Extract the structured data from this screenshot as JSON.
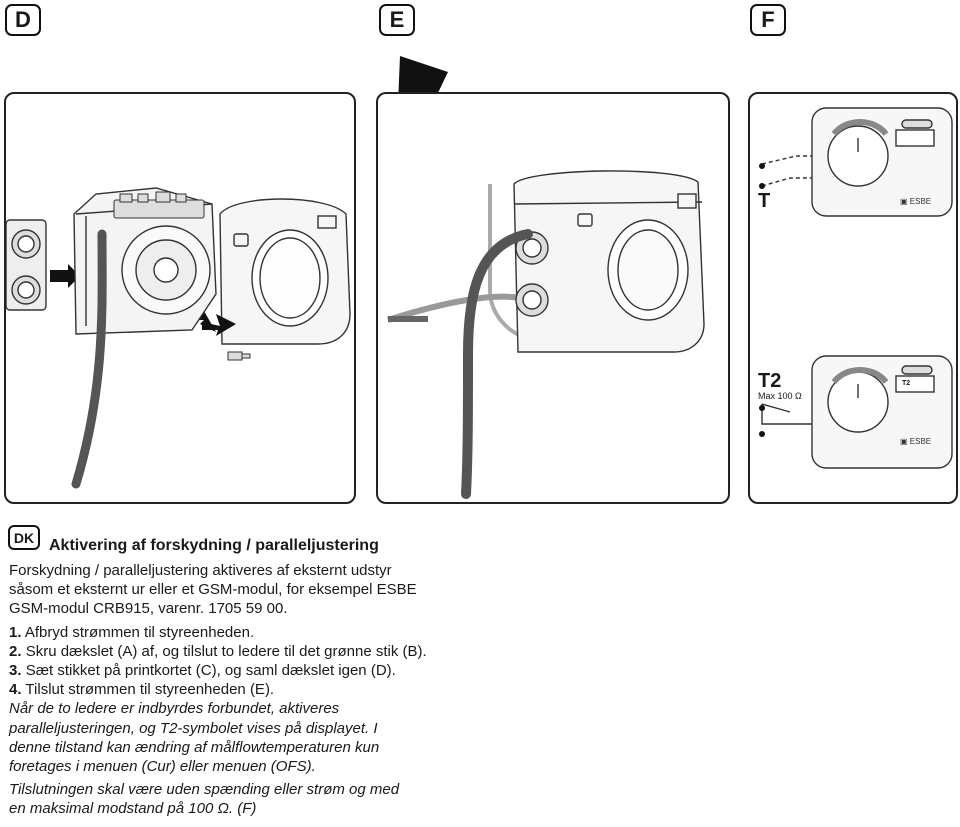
{
  "steps": {
    "d": "D",
    "e": "E",
    "f": "F"
  },
  "panel_f": {
    "label_t": "T",
    "label_t2": "T2",
    "max_resistance": "Max 100 Ω",
    "display_t2": "T2",
    "brand": "ESBE"
  },
  "language_code": "DK",
  "heading": "Aktivering af forskydning / paralleljustering",
  "intro": [
    "Forskydning / paralleljustering aktiveres af eksternt udstyr",
    "såsom et eksternt ur eller et GSM-modul, for eksempel ESBE",
    "GSM-modul CRB915, varenr. 1705 59 00."
  ],
  "steps_list": [
    {
      "num": "1.",
      "text": "Afbryd strømmen til styreenheden."
    },
    {
      "num": "2.",
      "text": "Skru dækslet (A) af, og tilslut to ledere til det grønne stik (B)."
    },
    {
      "num": "3.",
      "text": "Sæt stikket på printkortet (C), og saml dækslet igen (D)."
    },
    {
      "num": "4.",
      "text": "Tilslut strømmen til styreenheden (E)."
    }
  ],
  "note_1": [
    "Når de to ledere er indbyrdes forbundet, aktiveres",
    "paralleljusteringen, og T2-symbolet vises på displayet. I",
    "denne tilstand kan ændring af målflowtemperaturen kun",
    "foretages i menuen (Cur) eller menuen (OFS)."
  ],
  "note_2": [
    "Tilslutningen skal være uden spænding eller strøm og med",
    "en maksimal modstand på 100 Ω. (F)"
  ]
}
